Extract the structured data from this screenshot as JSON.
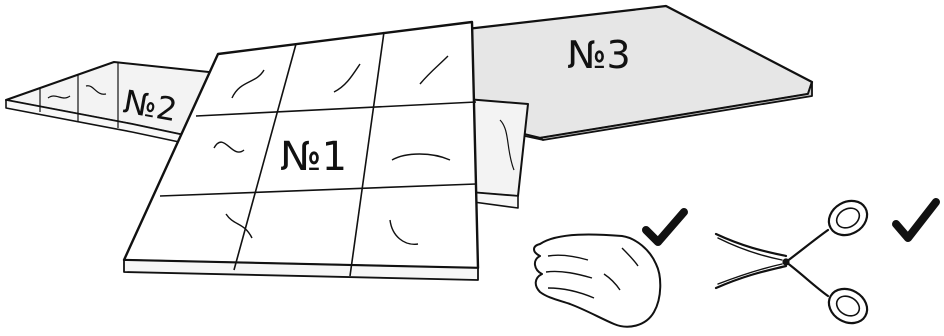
{
  "labels": {
    "panel_1": "№1",
    "panel_2": "№2",
    "panel_3": "№3"
  },
  "icons": {
    "hand": "hand-icon",
    "scissors": "scissors-icon",
    "check": "checkmark-icon"
  },
  "colors": {
    "stroke": "#111111",
    "panel_fill_light": "#f3f3f3",
    "panel_fill_white": "#ffffff",
    "panel_3_fill": "#e6e6e6",
    "panel_3_side": "#d2d2d2"
  }
}
